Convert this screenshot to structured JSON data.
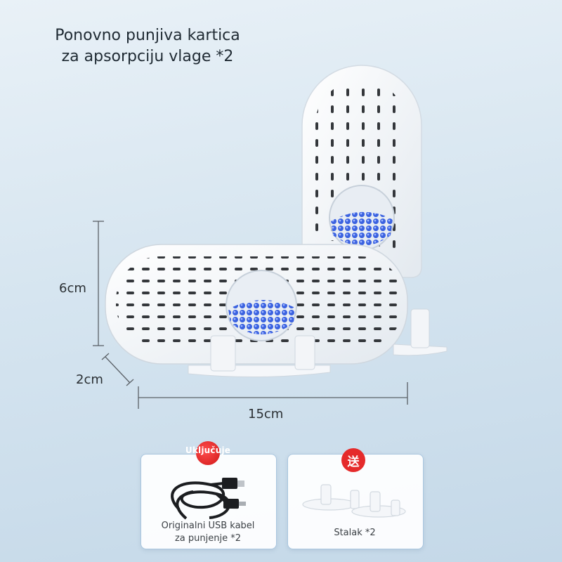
{
  "title": {
    "line1": "Ponovno punjiva kartica",
    "line2": "za apsorpciju vlage *2"
  },
  "dimensions": {
    "height": "6cm",
    "depth": "2cm",
    "width": "15cm"
  },
  "accessories": {
    "usb": {
      "badge": "Uključuje",
      "caption_line1": "Originalni USB kabel",
      "caption_line2": "za punjenje *2"
    },
    "stand": {
      "badge": "送",
      "caption": "Stalak *2"
    }
  },
  "colors": {
    "accent_red": "#e52b2b",
    "beads_blue": "#3b62e0",
    "card_border": "#a9c6df"
  }
}
